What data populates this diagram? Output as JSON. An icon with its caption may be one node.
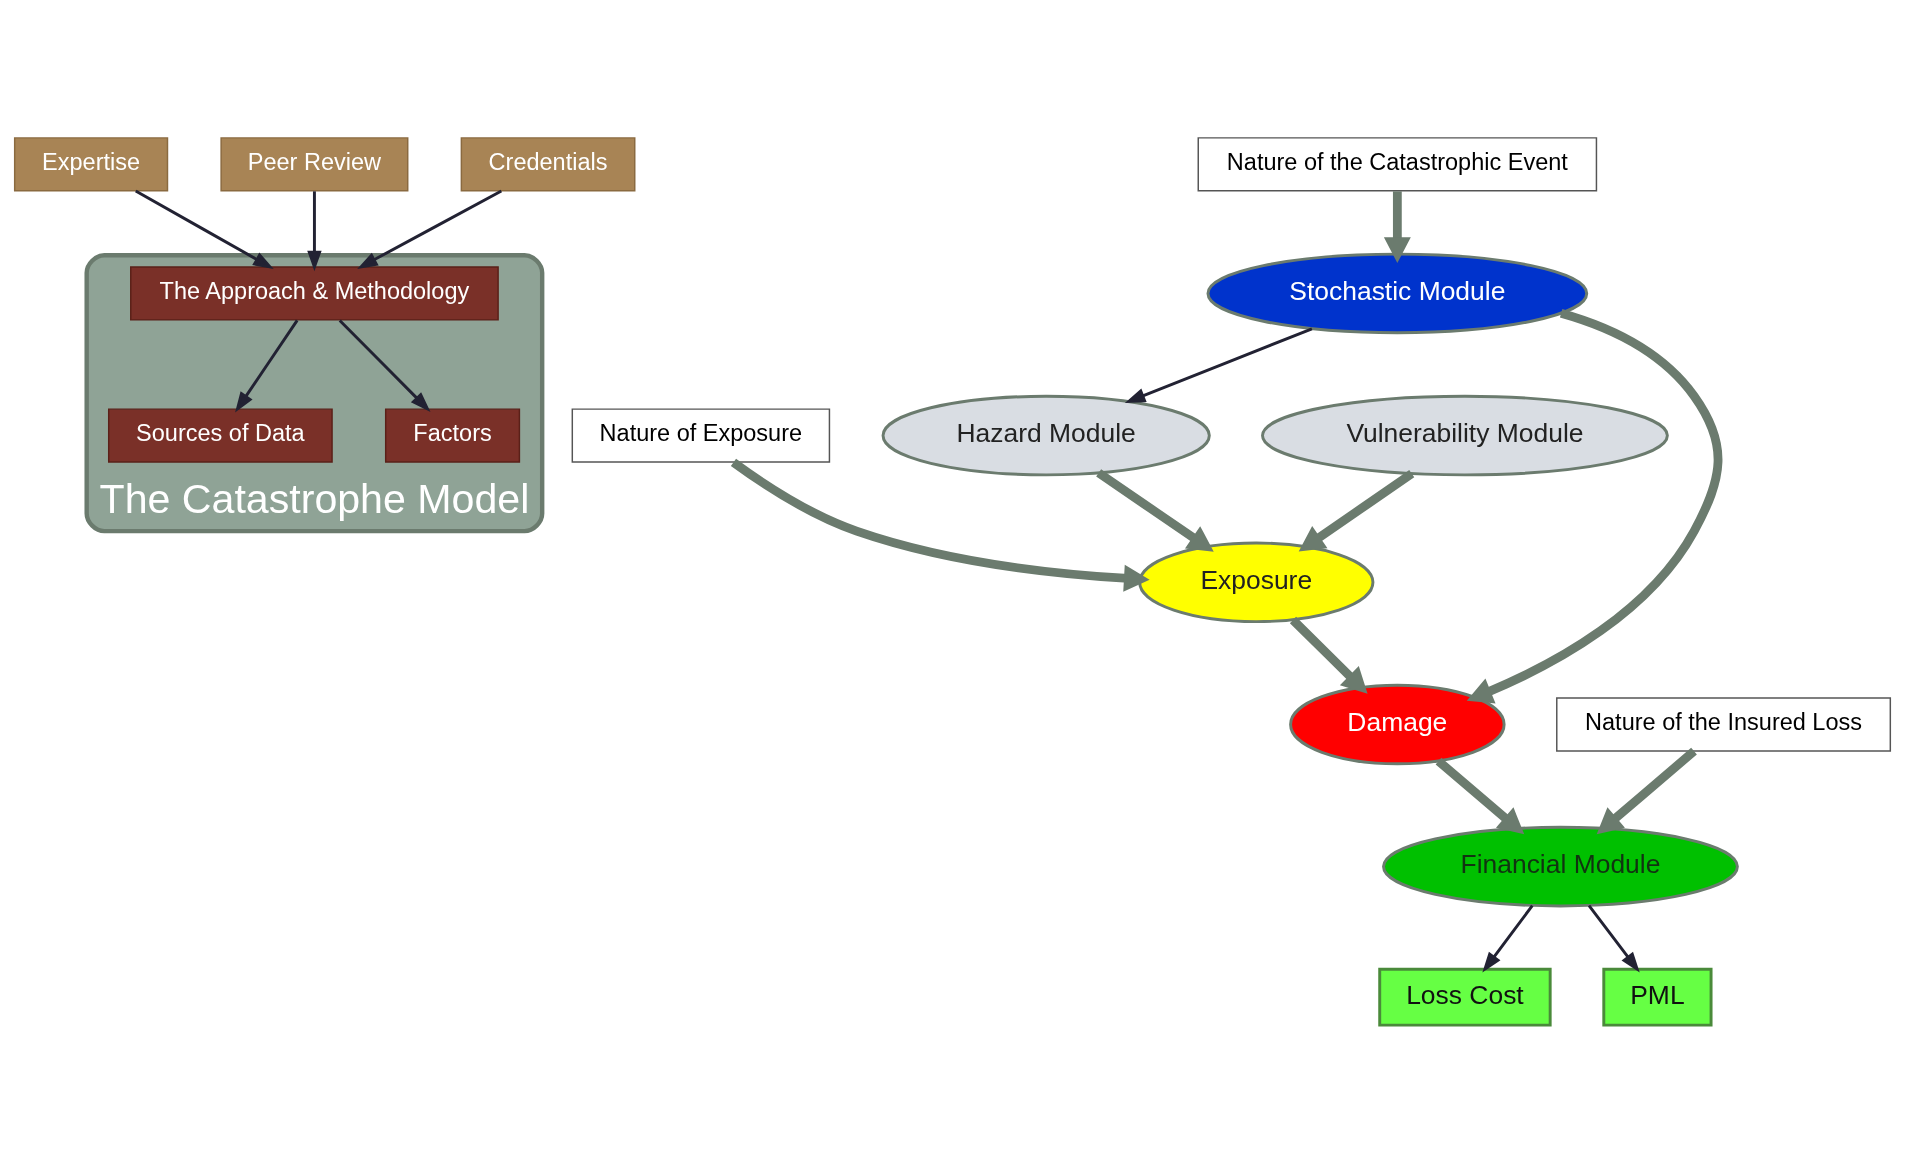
{
  "diagram": {
    "nodes": [
      {
        "text": [
          "The Catastrophe Model"
        ]
      },
      {
        "text": [
          "Expertise"
        ]
      },
      {
        "text": [
          "Peer Review"
        ]
      },
      {
        "text": [
          "Credentials"
        ]
      },
      {
        "text": [
          "The Approach & Methodology"
        ],
        "in": 0
      },
      {
        "text": [
          "Sources of Data"
        ],
        "in": 0
      },
      {
        "text": [
          "Factors"
        ],
        "in": 0
      },
      {
        "text": [
          "Nature of Exposure"
        ]
      },
      {
        "text": [
          "Nature of the Catastrophic Event"
        ]
      },
      {
        "text": [
          "Exposure"
        ]
      },
      {
        "text": [
          "Hazard Module"
        ]
      },
      {
        "text": [
          "Vulnerability Module"
        ]
      },
      {
        "text": [
          "Nature of the Insured Loss"
        ]
      },
      {
        "text": [
          "Stochastic Module"
        ]
      },
      {
        "text": [
          "Damage"
        ]
      },
      {
        "text": [
          "Financial Module"
        ]
      },
      {
        "text": [
          "Loss Cost"
        ]
      },
      {
        "text": [
          "PML"
        ]
      }
    ],
    "edges": [
      {
        "from": 1,
        "to": 4,
        "arrow": "to"
      },
      {
        "from": 2,
        "to": 4,
        "arrow": "to"
      },
      {
        "from": 3,
        "to": 4,
        "arrow": "to"
      },
      {
        "from": 4,
        "to": 5,
        "arrow": "to"
      },
      {
        "from": 4,
        "to": 6,
        "arrow": "to"
      },
      {
        "from": 7,
        "to": 9,
        "arrow": "to",
        "style": "thick",
        "color": "#6b7b6e"
      },
      {
        "from": 8,
        "to": 13,
        "arrow": "to",
        "style": "thick",
        "color": "#6b7b6e"
      },
      {
        "from": 13,
        "to": 10,
        "arrow": "to"
      },
      {
        "from": 10,
        "to": 9,
        "arrow": "to",
        "style": "thick",
        "color": "#6b7b6e"
      },
      {
        "from": 11,
        "to": 9,
        "arrow": "to",
        "style": "thick",
        "color": "#6b7b6e"
      },
      {
        "from": 9,
        "to": 14,
        "arrow": "to",
        "style": "thick",
        "color": "#6b7b6e"
      },
      {
        "from": 13,
        "to": 14,
        "arrow": "to",
        "style": "thick",
        "color": "#6b7b6e"
      },
      {
        "from": 14,
        "to": 15,
        "arrow": "to",
        "style": "thick",
        "color": "#6b7b6e"
      },
      {
        "from": 12,
        "to": 15,
        "arrow": "to",
        "style": "thick",
        "color": "#6b7b6e"
      },
      {
        "from": 15,
        "to": 16,
        "arrow": "to"
      },
      {
        "from": 15,
        "to": 17,
        "arrow": "to"
      }
    ]
  }
}
